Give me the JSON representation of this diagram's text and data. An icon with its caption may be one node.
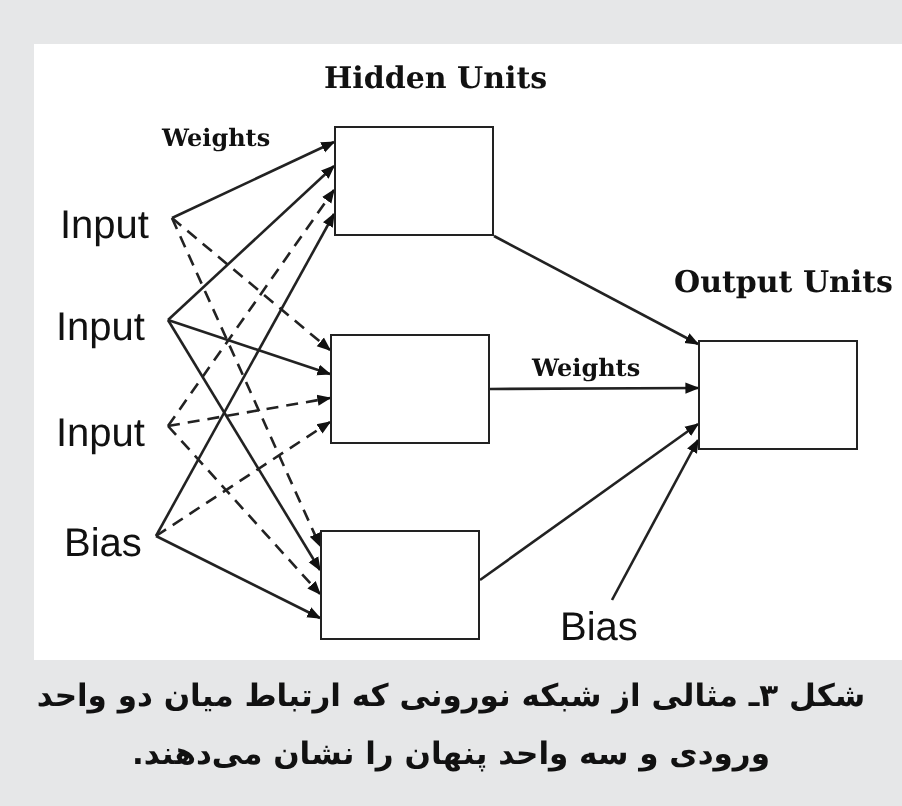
{
  "diagram": {
    "caption": "شکل ۳ـ مثالی از شبکه نورونی که ارتباط میان دو واحد ورودی و سه واحد پنهان را نشان می‌دهند.",
    "nodes": [
      {
        "text": [
          "Input"
        ]
      },
      {
        "text": [
          "Input"
        ]
      },
      {
        "text": [
          "Input"
        ]
      },
      {
        "text": [
          "Bias"
        ]
      },
      {
        "text": [],
        "shape": "box"
      },
      {
        "text": [],
        "shape": "box"
      },
      {
        "text": [],
        "shape": "box"
      },
      {
        "text": [],
        "shape": "box"
      },
      {
        "text": [
          "Bias"
        ]
      }
    ],
    "edges": [
      {
        "from": 0,
        "to": 4,
        "arrow": "to",
        "label": "Weights"
      },
      {
        "from": 0,
        "to": 5,
        "arrow": "to",
        "style": "dashed"
      },
      {
        "from": 0,
        "to": 6,
        "arrow": "to",
        "style": "dashed"
      },
      {
        "from": 1,
        "to": 4,
        "arrow": "to"
      },
      {
        "from": 1,
        "to": 5,
        "arrow": "to"
      },
      {
        "from": 1,
        "to": 6,
        "arrow": "to"
      },
      {
        "from": 2,
        "to": 4,
        "arrow": "to",
        "style": "dashed"
      },
      {
        "from": 2,
        "to": 5,
        "arrow": "to",
        "style": "dashed"
      },
      {
        "from": 2,
        "to": 6,
        "arrow": "to",
        "style": "dashed"
      },
      {
        "from": 3,
        "to": 4,
        "arrow": "to"
      },
      {
        "from": 3,
        "to": 5,
        "arrow": "to",
        "style": "dashed"
      },
      {
        "from": 3,
        "to": 6,
        "arrow": "to"
      },
      {
        "from": 4,
        "to": 7,
        "arrow": "to"
      },
      {
        "from": 5,
        "to": 7,
        "arrow": "to",
        "label": "Weights"
      },
      {
        "from": 6,
        "to": 7,
        "arrow": "to"
      },
      {
        "from": 8,
        "to": 7,
        "arrow": "to"
      }
    ],
    "labels": [
      "Hidden Units",
      "Output Units"
    ]
  }
}
